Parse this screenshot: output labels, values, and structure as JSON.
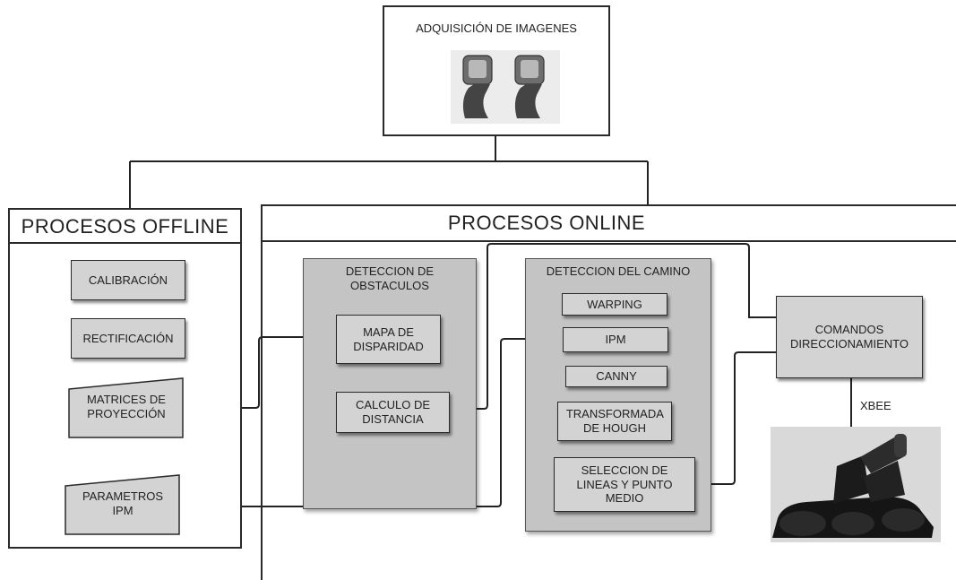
{
  "title": "ADQUISICIÓN DE IMAGENES",
  "offline": {
    "title": "PROCESOS OFFLINE",
    "calibracion": "CALIBRACIÓN",
    "rectificacion": "RECTIFICACIÓN",
    "matrices": "MATRICES DE PROYECCIÓN",
    "parametros": "PARAMETROS IPM"
  },
  "online": {
    "title": "PROCESOS ONLINE",
    "obstaculos": {
      "title": "DETECCION DE OBSTACULOS",
      "mapa": "MAPA DE DISPARIDAD",
      "calculo": "CALCULO DE DISTANCIA"
    },
    "camino": {
      "title": "DETECCION DEL CAMINO",
      "warping": "WARPING",
      "ipm": "IPM",
      "canny": "CANNY",
      "hough": "TRANSFORMADA DE HOUGH",
      "seleccion": "SELECCION DE LINEAS Y PUNTO MEDIO"
    },
    "comandos": "COMANDOS DIRECCIONAMIENTO",
    "xbee": "XBEE"
  },
  "icons": [
    "stereo-camera-icon",
    "robot-vehicle-icon"
  ],
  "colors": {
    "box_fill": "#d3d3d3",
    "group_fill": "#c4c4c4",
    "line": "#222222"
  }
}
